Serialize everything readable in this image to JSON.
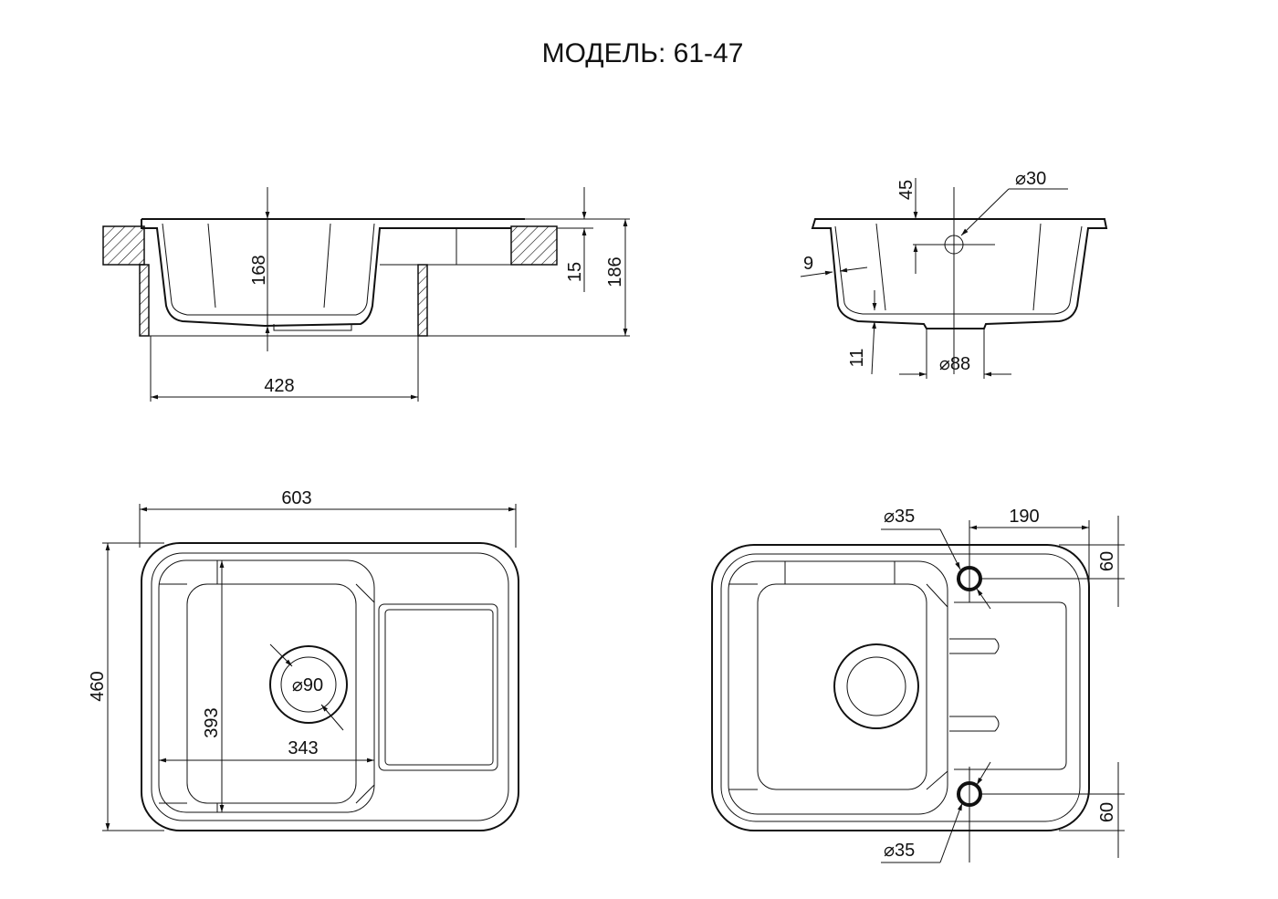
{
  "title": "МОДЕЛЬ: 61-47",
  "side_view_long": {
    "depth": "168",
    "rim": "15",
    "total_height": "186",
    "cabinet_width": "428"
  },
  "side_view_short": {
    "tap_hole_offset": "45",
    "tap_hole_diameter": "⌀30",
    "wall": "9",
    "bottom": "11",
    "drain": "⌀88"
  },
  "top_view_dimensions": {
    "width": "603",
    "height": "460",
    "bowl_height": "393",
    "bowl_width": "343",
    "drain": "⌀90"
  },
  "top_view_holes": {
    "hole_top": "⌀35",
    "hole_bottom": "⌀35",
    "offset_x": "190",
    "offset_top": "60",
    "offset_bottom": "60"
  }
}
